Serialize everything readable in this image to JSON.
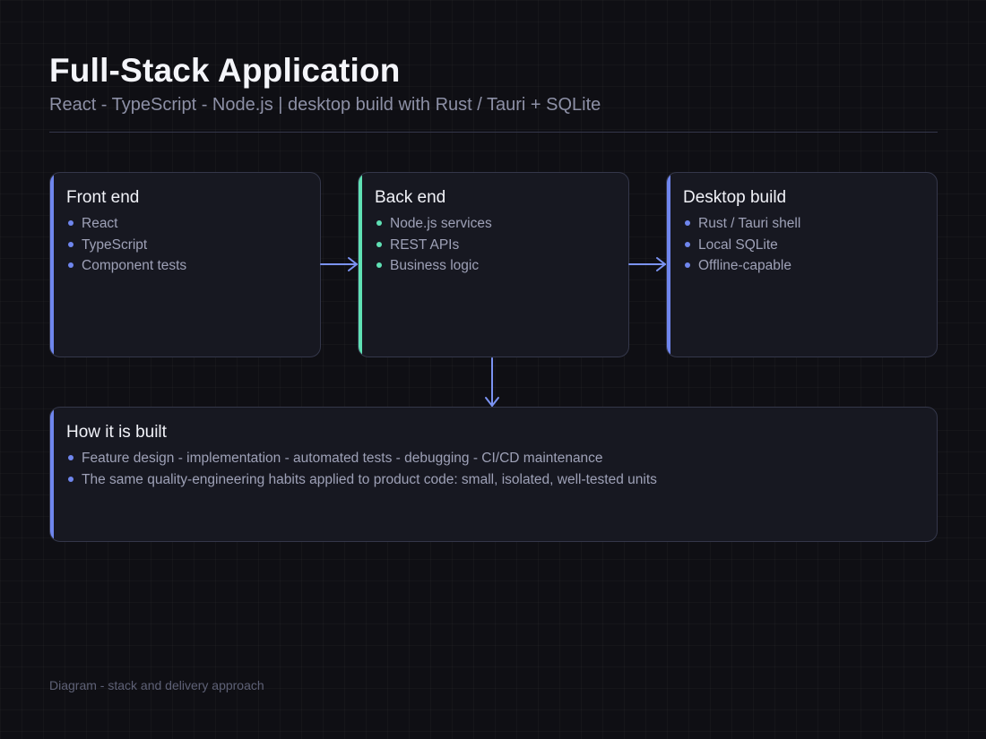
{
  "header": {
    "title": "Full-Stack Application",
    "subtitle": "React - TypeScript - Node.js  |  desktop build with Rust / Tauri + SQLite"
  },
  "cards": {
    "frontend": {
      "title": "Front end",
      "accent": "#6f86ee",
      "items": [
        "React",
        "TypeScript",
        "Component tests"
      ]
    },
    "backend": {
      "title": "Back end",
      "accent": "#5fe0b4",
      "items": [
        "Node.js services",
        "REST APIs",
        "Business logic"
      ]
    },
    "desktop": {
      "title": "Desktop build",
      "accent": "#6f86ee",
      "items": [
        "Rust / Tauri shell",
        "Local SQLite",
        "Offline-capable"
      ]
    },
    "process": {
      "title": "How it is built",
      "accent": "#6f86ee",
      "items": [
        "Feature design - implementation - automated tests - debugging - CI/CD maintenance",
        "The same quality-engineering habits applied to product code: small, isolated, well-tested units"
      ]
    }
  },
  "footer": {
    "caption": "Diagram - stack and delivery approach"
  },
  "colors": {
    "background": "#0f0f14",
    "card_background": "#171821",
    "card_border": "#34374a",
    "arrow": "#7b93f2",
    "accent_blue": "#6f86ee",
    "accent_green": "#5fe0b4"
  }
}
